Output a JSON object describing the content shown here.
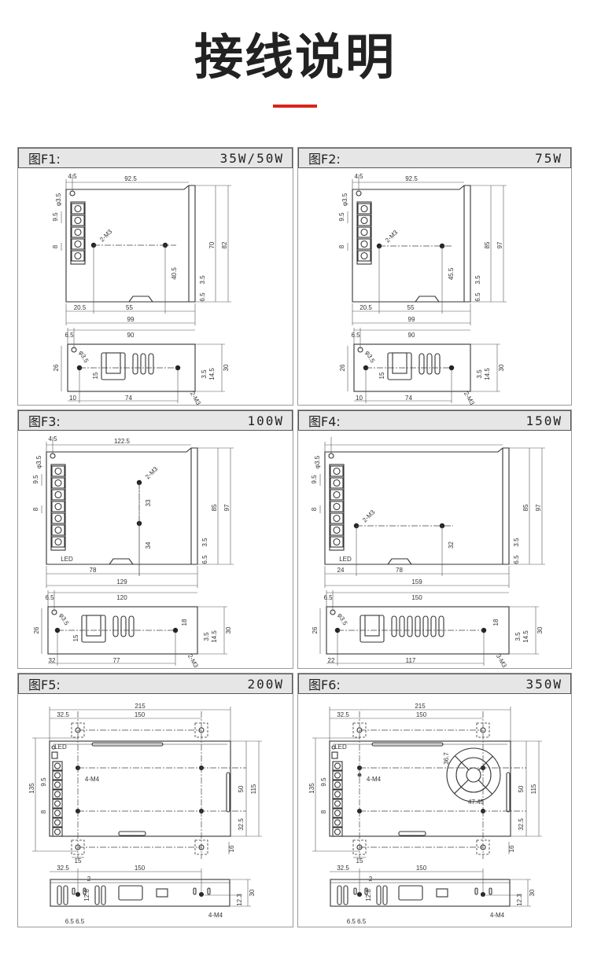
{
  "page": {
    "title": "接线说明",
    "accent_color": "#d9231c"
  },
  "panels": [
    {
      "id": "F1",
      "label": "图F1:",
      "watt": "35W/50W",
      "top": [
        {
          "slot": "lead-offset",
          "text": "4.5"
        },
        {
          "slot": "top-width",
          "text": "92.5"
        },
        {
          "slot": "hole-dia",
          "text": "φ3.5"
        },
        {
          "slot": "pitch",
          "text": "9.5"
        },
        {
          "slot": "term-width",
          "text": "8"
        },
        {
          "slot": "mount-callout",
          "text": "2-M3"
        },
        {
          "slot": "inner-height",
          "text": "70"
        },
        {
          "slot": "outer-height",
          "text": "82"
        },
        {
          "slot": "hole-height",
          "text": "40.5"
        },
        {
          "slot": "bracket-a",
          "text": "3.5"
        },
        {
          "slot": "bracket-b",
          "text": "6.5"
        },
        {
          "slot": "left-offset",
          "text": "20.5"
        },
        {
          "slot": "hole-span",
          "text": "55"
        },
        {
          "slot": "total-width",
          "text": "99"
        }
      ],
      "side": [
        {
          "slot": "lead-offset",
          "text": "6.5"
        },
        {
          "slot": "top-width",
          "text": "90"
        },
        {
          "slot": "hole-dia",
          "text": "φ3.5"
        },
        {
          "slot": "height",
          "text": "26"
        },
        {
          "slot": "hole-height",
          "text": "15"
        },
        {
          "slot": "slot-a",
          "text": "3.5"
        },
        {
          "slot": "slot-b",
          "text": "14.5"
        },
        {
          "slot": "total-height",
          "text": "30"
        },
        {
          "slot": "left-offset",
          "text": "10"
        },
        {
          "slot": "hole-span",
          "text": "74"
        },
        {
          "slot": "mount-callout",
          "text": "2-M3"
        }
      ]
    },
    {
      "id": "F2",
      "label": "图F2:",
      "watt": "75W",
      "top": [
        {
          "slot": "lead-offset",
          "text": "4.5"
        },
        {
          "slot": "top-width",
          "text": "92.5"
        },
        {
          "slot": "hole-dia",
          "text": "φ3.5"
        },
        {
          "slot": "pitch",
          "text": "9.5"
        },
        {
          "slot": "term-width",
          "text": "8"
        },
        {
          "slot": "mount-callout",
          "text": "2-M3"
        },
        {
          "slot": "inner-height",
          "text": "85"
        },
        {
          "slot": "outer-height",
          "text": "97"
        },
        {
          "slot": "hole-height",
          "text": "45.5"
        },
        {
          "slot": "bracket-a",
          "text": "3.5"
        },
        {
          "slot": "bracket-b",
          "text": "6.5"
        },
        {
          "slot": "left-offset",
          "text": "20.5"
        },
        {
          "slot": "hole-span",
          "text": "55"
        },
        {
          "slot": "total-width",
          "text": "99"
        }
      ],
      "side": [
        {
          "slot": "lead-offset",
          "text": "6.5"
        },
        {
          "slot": "top-width",
          "text": "90"
        },
        {
          "slot": "hole-dia",
          "text": "φ3.5"
        },
        {
          "slot": "height",
          "text": "26"
        },
        {
          "slot": "hole-height",
          "text": "15"
        },
        {
          "slot": "slot-a",
          "text": "3.5"
        },
        {
          "slot": "slot-b",
          "text": "14.5"
        },
        {
          "slot": "total-height",
          "text": "30"
        },
        {
          "slot": "left-offset",
          "text": "10"
        },
        {
          "slot": "hole-span",
          "text": "74"
        },
        {
          "slot": "mount-callout",
          "text": "2-M3"
        }
      ]
    },
    {
      "id": "F3",
      "label": "图F3:",
      "watt": "100W",
      "top": [
        {
          "slot": "lead-offset",
          "text": "4.5"
        },
        {
          "slot": "top-width",
          "text": "122.5"
        },
        {
          "slot": "hole-dia",
          "text": "φ3.5"
        },
        {
          "slot": "pitch",
          "text": "9.5"
        },
        {
          "slot": "term-width",
          "text": "8"
        },
        {
          "slot": "mount-callout",
          "text": "2-M3"
        },
        {
          "slot": "v-span-a",
          "text": "33"
        },
        {
          "slot": "v-span-b",
          "text": "34"
        },
        {
          "slot": "inner-height",
          "text": "85"
        },
        {
          "slot": "outer-height",
          "text": "97"
        },
        {
          "slot": "bracket-a",
          "text": "3.5"
        },
        {
          "slot": "bracket-b",
          "text": "6.5"
        },
        {
          "slot": "led",
          "text": "LED"
        },
        {
          "slot": "left-offset",
          "text": "78"
        },
        {
          "slot": "total-width",
          "text": "129"
        }
      ],
      "side": [
        {
          "slot": "lead-offset",
          "text": "6.5"
        },
        {
          "slot": "top-width",
          "text": "120"
        },
        {
          "slot": "hole-dia",
          "text": "φ3.5"
        },
        {
          "slot": "height",
          "text": "26"
        },
        {
          "slot": "hole-height",
          "text": "15"
        },
        {
          "slot": "slot-c",
          "text": "18"
        },
        {
          "slot": "slot-a",
          "text": "3.5"
        },
        {
          "slot": "slot-b",
          "text": "14.5"
        },
        {
          "slot": "total-height",
          "text": "30"
        },
        {
          "slot": "left-offset",
          "text": "32"
        },
        {
          "slot": "hole-span",
          "text": "77"
        },
        {
          "slot": "mount-callout",
          "text": "2-M3"
        }
      ]
    },
    {
      "id": "F4",
      "label": "图F4:",
      "watt": "150W",
      "top": [
        {
          "slot": "hole-dia",
          "text": "φ3.5"
        },
        {
          "slot": "pitch",
          "text": "9.5"
        },
        {
          "slot": "term-width",
          "text": "8"
        },
        {
          "slot": "mount-callout",
          "text": "2-M3"
        },
        {
          "slot": "hole-height",
          "text": "32"
        },
        {
          "slot": "inner-height",
          "text": "85"
        },
        {
          "slot": "outer-height",
          "text": "97"
        },
        {
          "slot": "bracket-a",
          "text": "3.5"
        },
        {
          "slot": "bracket-b",
          "text": "6.5"
        },
        {
          "slot": "led",
          "text": "LED"
        },
        {
          "slot": "left-offset",
          "text": "24"
        },
        {
          "slot": "hole-span",
          "text": "78"
        },
        {
          "slot": "total-width",
          "text": "159"
        }
      ],
      "side": [
        {
          "slot": "lead-offset",
          "text": "6.5"
        },
        {
          "slot": "top-width",
          "text": "150"
        },
        {
          "slot": "hole-dia",
          "text": "φ3.5"
        },
        {
          "slot": "height",
          "text": "26"
        },
        {
          "slot": "slot-c",
          "text": "18"
        },
        {
          "slot": "slot-a",
          "text": "3.5"
        },
        {
          "slot": "slot-b",
          "text": "14.5"
        },
        {
          "slot": "total-height",
          "text": "30"
        },
        {
          "slot": "left-offset",
          "text": "22"
        },
        {
          "slot": "hole-span",
          "text": "117"
        },
        {
          "slot": "mount-callout",
          "text": "3-M3"
        }
      ]
    },
    {
      "id": "F5",
      "label": "图F5:",
      "watt": "200W",
      "top": [
        {
          "slot": "total-width",
          "text": "215"
        },
        {
          "slot": "left-offset",
          "text": "32.5"
        },
        {
          "slot": "hole-span",
          "text": "150"
        },
        {
          "slot": "total-height",
          "text": "135"
        },
        {
          "slot": "led",
          "text": "LED"
        },
        {
          "slot": "pitch",
          "text": "9.5"
        },
        {
          "slot": "term-width",
          "text": "8"
        },
        {
          "slot": "mount-callout",
          "text": "4-M4"
        },
        {
          "slot": "v-span",
          "text": "50"
        },
        {
          "slot": "outer-height",
          "text": "115"
        },
        {
          "slot": "bottom-offset",
          "text": "32.5"
        },
        {
          "slot": "tab-width",
          "text": "15"
        },
        {
          "slot": "tab-height",
          "text": "16"
        }
      ],
      "side": [
        {
          "slot": "left-offset",
          "text": "32.5"
        },
        {
          "slot": "hole-span",
          "text": "150"
        },
        {
          "slot": "hole-dia",
          "text": "2"
        },
        {
          "slot": "hole-height-a",
          "text": "12.8"
        },
        {
          "slot": "hole-height-b",
          "text": "12.3"
        },
        {
          "slot": "total-height",
          "text": "30"
        },
        {
          "slot": "mount-callout",
          "text": "4-M4"
        },
        {
          "slot": "pitch-small",
          "text": "6.5 6.5"
        }
      ]
    },
    {
      "id": "F6",
      "label": "图F6:",
      "watt": "350W",
      "top": [
        {
          "slot": "total-width",
          "text": "215"
        },
        {
          "slot": "left-offset",
          "text": "32.5"
        },
        {
          "slot": "hole-span",
          "text": "150"
        },
        {
          "slot": "total-height",
          "text": "135"
        },
        {
          "slot": "led",
          "text": "LED"
        },
        {
          "slot": "pitch",
          "text": "9.5"
        },
        {
          "slot": "term-width",
          "text": "8"
        },
        {
          "slot": "fan-offset",
          "text": "36.7"
        },
        {
          "slot": "mount-callout",
          "text": "4-M4"
        },
        {
          "slot": "fan-dia",
          "text": "47.45"
        },
        {
          "slot": "v-span",
          "text": "50"
        },
        {
          "slot": "outer-height",
          "text": "115"
        },
        {
          "slot": "bottom-offset",
          "text": "32.5"
        },
        {
          "slot": "tab-width",
          "text": "15"
        },
        {
          "slot": "tab-height",
          "text": "16"
        }
      ],
      "side": [
        {
          "slot": "left-offset",
          "text": "32.5"
        },
        {
          "slot": "hole-span",
          "text": "150"
        },
        {
          "slot": "hole-dia",
          "text": "2"
        },
        {
          "slot": "hole-height-a",
          "text": "12.8"
        },
        {
          "slot": "hole-height-b",
          "text": "12.3"
        },
        {
          "slot": "total-height",
          "text": "30"
        },
        {
          "slot": "mount-callout",
          "text": "4-M4"
        },
        {
          "slot": "pitch-small",
          "text": "6.5 6.5"
        }
      ]
    }
  ]
}
